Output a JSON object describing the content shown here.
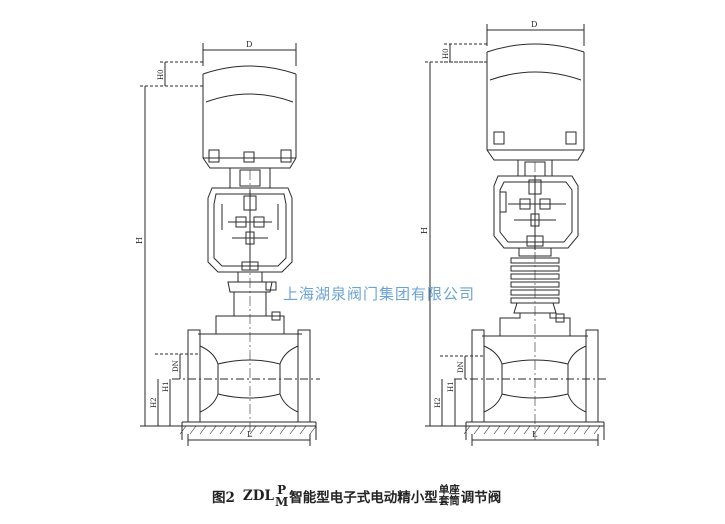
{
  "labels": {
    "d_left": "D",
    "d_right": "D",
    "h": "H",
    "h_right": "H",
    "h0": "H0",
    "h1": "H1",
    "h2": "H2",
    "dn": "DN",
    "l": "L"
  },
  "watermark": "上海湖泉阀门集团有限公司",
  "caption": {
    "fig": "图2",
    "model_prefix": "ZDL",
    "model_top": "P",
    "model_bottom": "M",
    "text1": "智能型电子式电动精小型",
    "seat_top": "单座",
    "seat_bottom": "套筒",
    "text2": "调节阀"
  }
}
